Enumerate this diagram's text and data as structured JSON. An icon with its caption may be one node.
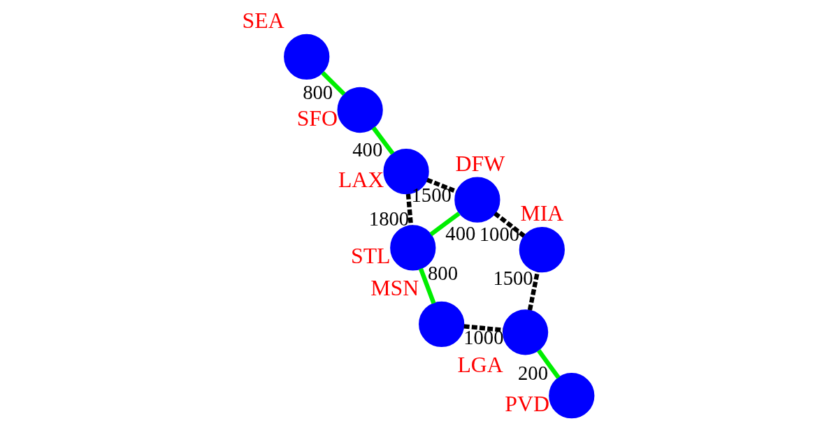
{
  "diagram": {
    "nodes": [
      {
        "text": [],
        "shape": "circle",
        "beside": [
          "SEA"
        ]
      },
      {
        "text": [],
        "shape": "circle",
        "beside": [
          "MSN"
        ]
      },
      {
        "text": [],
        "shape": "circle",
        "beside": [
          "PVD"
        ]
      },
      {
        "text": [],
        "shape": "circle",
        "beside": [
          "SFO"
        ]
      },
      {
        "text": [],
        "shape": "circle",
        "beside": [
          "LGA"
        ]
      },
      {
        "text": [],
        "shape": "circle",
        "beside": [
          "LAX"
        ]
      },
      {
        "text": [],
        "shape": "circle",
        "beside": [
          "STL"
        ]
      },
      {
        "text": [],
        "shape": "circle",
        "beside": [
          "MIA"
        ]
      },
      {
        "text": [],
        "shape": "circle",
        "beside": [
          "DFW"
        ]
      }
    ],
    "edges": [
      {
        "from": 0,
        "to": 3,
        "arrow": "none",
        "label": "800",
        "color": "#00ee00"
      },
      {
        "from": 3,
        "to": 5,
        "arrow": "none",
        "label": "400",
        "color": "#00ee00"
      },
      {
        "from": 5,
        "to": 6,
        "arrow": "none",
        "label": "1800",
        "style": "dashed",
        "color": "#000000"
      },
      {
        "from": 5,
        "to": 8,
        "arrow": "none",
        "label": "1500",
        "style": "dashed",
        "color": "#000000"
      },
      {
        "from": 1,
        "to": 6,
        "arrow": "none",
        "label": "800",
        "color": "#00ee00"
      },
      {
        "from": 6,
        "to": 8,
        "arrow": "none",
        "label": "400",
        "color": "#00ee00"
      },
      {
        "from": 1,
        "to": 4,
        "arrow": "none",
        "label": "1000",
        "style": "dashed",
        "color": "#000000"
      },
      {
        "from": 2,
        "to": 4,
        "arrow": "none",
        "label": "200",
        "color": "#00ee00"
      },
      {
        "from": 4,
        "to": 7,
        "arrow": "none",
        "label": "1500",
        "style": "dashed",
        "color": "#000000"
      },
      {
        "from": 8,
        "to": 7,
        "arrow": "none",
        "label": "1000",
        "style": "dashed",
        "color": "#000000"
      }
    ]
  }
}
